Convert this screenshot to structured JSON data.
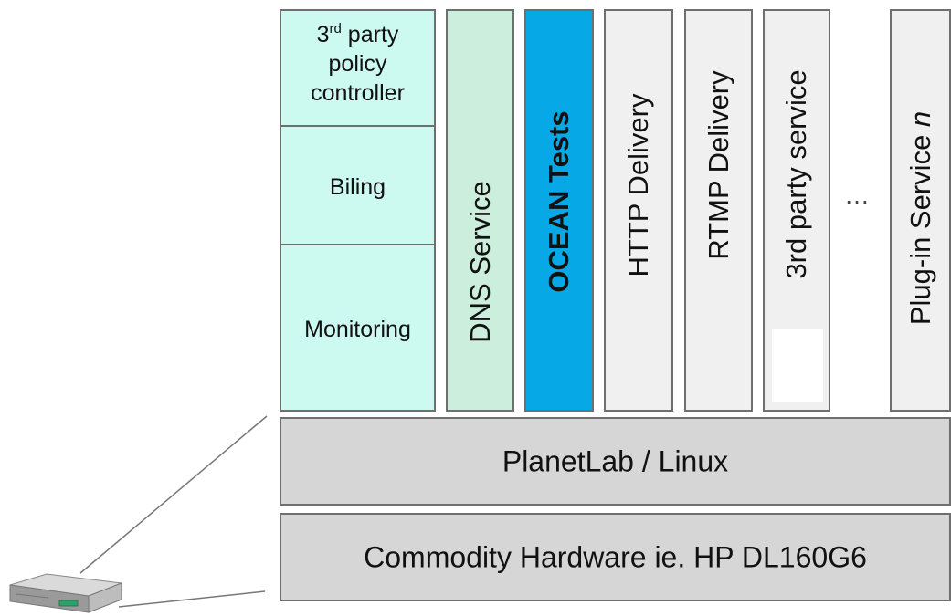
{
  "policy_stack": {
    "controller": {
      "line1_base": "3",
      "line1_sup": "rd",
      "line1_rest": " party",
      "line2": "policy",
      "line3": "controller"
    },
    "billing": "Biling",
    "monitoring": "Monitoring"
  },
  "services": [
    {
      "label": "DNS Service",
      "italic_suffix": ""
    },
    {
      "label": "OCEAN Tests",
      "italic_suffix": ""
    },
    {
      "label": "HTTP Delivery",
      "italic_suffix": ""
    },
    {
      "label": "RTMP Delivery",
      "italic_suffix": ""
    },
    {
      "label": "3rd party service",
      "italic_suffix": ""
    },
    {
      "label": "Plug-in Service ",
      "italic_suffix": "n"
    }
  ],
  "ellipsis": "…",
  "layers": {
    "os": "PlanetLab / Linux",
    "hardware": "Commodity Hardware ie. HP DL160G6"
  },
  "colors": {
    "policy_fill": "#ccfaf0",
    "dns_fill": "#cbeedd",
    "ocean_fill": "#06a8e6",
    "service_fill": "#f0f0f0",
    "layer_fill": "#d6d6d6",
    "border": "#6f6f6f"
  },
  "icons": {
    "server": "server-icon"
  }
}
